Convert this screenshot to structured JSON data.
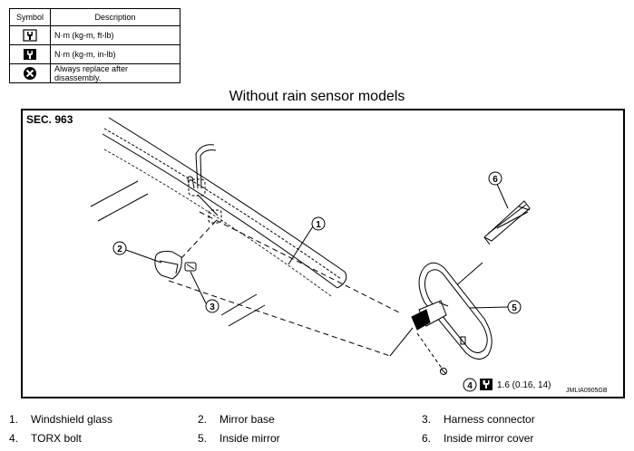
{
  "legend": {
    "header_symbol": "Symbol",
    "header_description": "Description",
    "rows": [
      {
        "icon": "torque-wrench-ft-lb-icon",
        "description": "N·m (kg-m, ft-lb)"
      },
      {
        "icon": "torque-wrench-in-lb-icon",
        "description": "N·m (kg-m, in-lb)"
      },
      {
        "icon": "always-replace-icon",
        "description": "Always replace after disassembly."
      }
    ]
  },
  "subtitle": "Without rain sensor models",
  "section": "SEC. 963",
  "callouts": [
    "1",
    "2",
    "3",
    "4",
    "5",
    "6"
  ],
  "torque_spec": "1.6 (0.16, 14)",
  "figure_id": "JMLIA0905GB",
  "parts": [
    {
      "num": "1.",
      "name": "Windshield glass"
    },
    {
      "num": "2.",
      "name": "Mirror base"
    },
    {
      "num": "3.",
      "name": "Harness connector"
    },
    {
      "num": "4.",
      "name": "TORX bolt"
    },
    {
      "num": "5.",
      "name": "Inside mirror"
    },
    {
      "num": "6.",
      "name": "Inside mirror cover"
    }
  ]
}
